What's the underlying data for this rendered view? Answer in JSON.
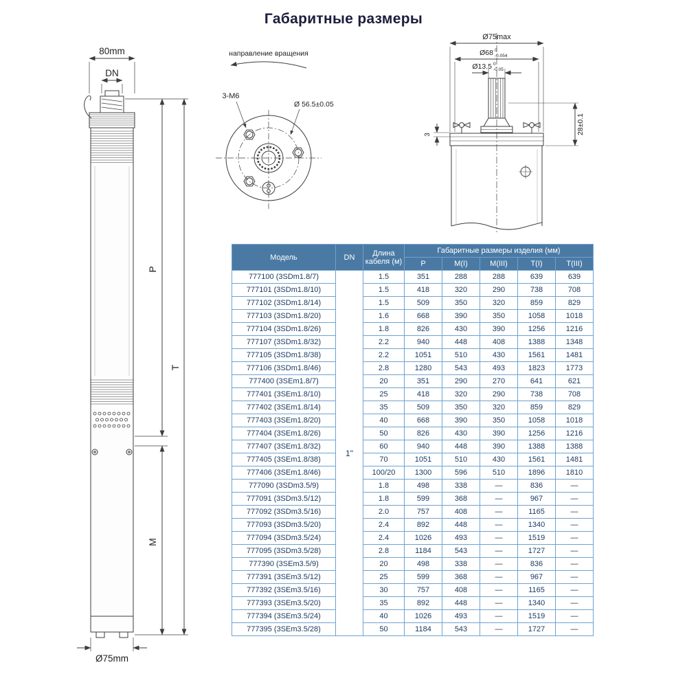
{
  "page": {
    "title": "Габаритные размеры"
  },
  "colors": {
    "header_bg": "#4a7aa4",
    "table_border": "#6ea2cf",
    "cell_text": "#17375e",
    "title_text": "#1c1c3c"
  },
  "left_drawing": {
    "width_label": "80mm",
    "dn_label": "DN",
    "p_label": "P",
    "t_label": "T",
    "m_label": "M",
    "bottom_diameter_label": "Ø75mm"
  },
  "middle_drawing": {
    "rotation_label": "направление вращения",
    "bolt_label": "3-M6",
    "diameter_label": "Ø 56.5±0.05"
  },
  "right_drawing": {
    "d75_label": "Ø75max",
    "d68_label": "Ø68",
    "d68_tol_upper": "0",
    "d68_tol_lower": "-0.054",
    "d135_label": "Ø13.5",
    "d135_tol_upper": "0",
    "d135_tol_lower": "-0.05",
    "height_label": "28±0.1",
    "gap_label": "3"
  },
  "table": {
    "header": {
      "model": "Модель",
      "dn": "DN",
      "cable": "Длина кабеля (м)",
      "dimensions_group": "Габаритные размеры изделия (мм)",
      "dimension_cols": [
        "P",
        "M(I)",
        "M(III)",
        "T(I)",
        "T(III)"
      ]
    },
    "dn_shared_value": "1\"",
    "rows": [
      [
        "777100 (3SDm1.8/7)",
        "1.5",
        "351",
        "288",
        "288",
        "639",
        "639"
      ],
      [
        "777101 (3SDm1.8/10)",
        "1.5",
        "418",
        "320",
        "290",
        "738",
        "708"
      ],
      [
        "777102 (3SDm1.8/14)",
        "1.5",
        "509",
        "350",
        "320",
        "859",
        "829"
      ],
      [
        "777103 (3SDm1.8/20)",
        "1.6",
        "668",
        "390",
        "350",
        "1058",
        "1018"
      ],
      [
        "777104 (3SDm1.8/26)",
        "1.8",
        "826",
        "430",
        "390",
        "1256",
        "1216"
      ],
      [
        "777107 (3SDm1.8/32)",
        "2.2",
        "940",
        "448",
        "408",
        "1388",
        "1348"
      ],
      [
        "777105 (3SDm1.8/38)",
        "2.2",
        "1051",
        "510",
        "430",
        "1561",
        "1481"
      ],
      [
        "777106 (3SDm1.8/46)",
        "2.8",
        "1280",
        "543",
        "493",
        "1823",
        "1773"
      ],
      [
        "777400 (3SEm1.8/7)",
        "20",
        "351",
        "290",
        "270",
        "641",
        "621"
      ],
      [
        "777401 (3SEm1.8/10)",
        "25",
        "418",
        "320",
        "290",
        "738",
        "708"
      ],
      [
        "777402 (3SEm1.8/14)",
        "35",
        "509",
        "350",
        "320",
        "859",
        "829"
      ],
      [
        "777403 (3SEm1.8/20)",
        "40",
        "668",
        "390",
        "350",
        "1058",
        "1018"
      ],
      [
        "777404 (3SEm1.8/26)",
        "50",
        "826",
        "430",
        "390",
        "1256",
        "1216"
      ],
      [
        "777407 (3SEm1.8/32)",
        "60",
        "940",
        "448",
        "390",
        "1388",
        "1388"
      ],
      [
        "777405 (3SEm1.8/38)",
        "70",
        "1051",
        "510",
        "430",
        "1561",
        "1481"
      ],
      [
        "777406 (3SEm1.8/46)",
        "100/20",
        "1300",
        "596",
        "510",
        "1896",
        "1810"
      ],
      [
        "777090 (3SDm3.5/9)",
        "1.8",
        "498",
        "338",
        "—",
        "836",
        "—"
      ],
      [
        "777091 (3SDm3.5/12)",
        "1.8",
        "599",
        "368",
        "—",
        "967",
        "—"
      ],
      [
        "777092 (3SDm3.5/16)",
        "2.0",
        "757",
        "408",
        "—",
        "1165",
        "—"
      ],
      [
        "777093 (3SDm3.5/20)",
        "2.4",
        "892",
        "448",
        "—",
        "1340",
        "—"
      ],
      [
        "777094 (3SDm3.5/24)",
        "2.4",
        "1026",
        "493",
        "—",
        "1519",
        "—"
      ],
      [
        "777095 (3SDm3.5/28)",
        "2.8",
        "1184",
        "543",
        "—",
        "1727",
        "—"
      ],
      [
        "777390 (3SEm3.5/9)",
        "20",
        "498",
        "338",
        "—",
        "836",
        "—"
      ],
      [
        "777391 (3SEm3.5/12)",
        "25",
        "599",
        "368",
        "—",
        "967",
        "—"
      ],
      [
        "777392 (3SEm3.5/16)",
        "30",
        "757",
        "408",
        "—",
        "1165",
        "—"
      ],
      [
        "777393 (3SEm3.5/20)",
        "35",
        "892",
        "448",
        "—",
        "1340",
        "—"
      ],
      [
        "777394 (3SEm3.5/24)",
        "40",
        "1026",
        "493",
        "—",
        "1519",
        "—"
      ],
      [
        "777395 (3SEm3.5/28)",
        "50",
        "1184",
        "543",
        "—",
        "1727",
        "—"
      ]
    ]
  }
}
